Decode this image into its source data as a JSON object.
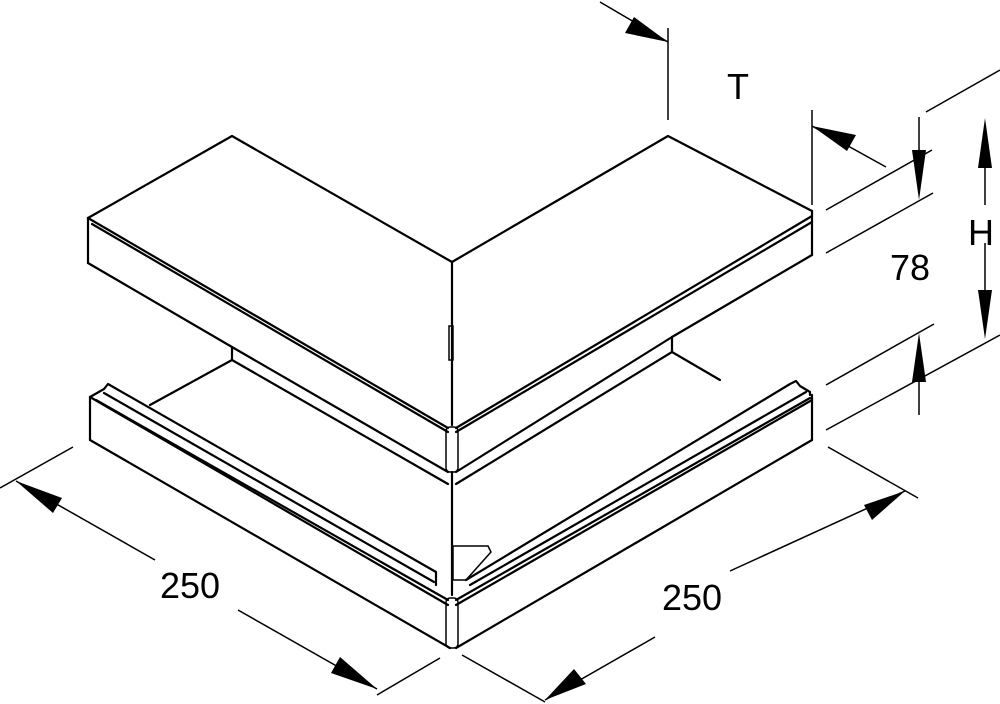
{
  "diagram": {
    "type": "isometric technical drawing",
    "subject": "Outer corner piece of cable trunking (cover + base)",
    "colors": {
      "line": "#000000",
      "background": "#ffffff"
    },
    "dimensions": {
      "depth_label": "T",
      "height_label": "H",
      "height_value": "78",
      "left_length": "250",
      "right_length": "250"
    }
  }
}
